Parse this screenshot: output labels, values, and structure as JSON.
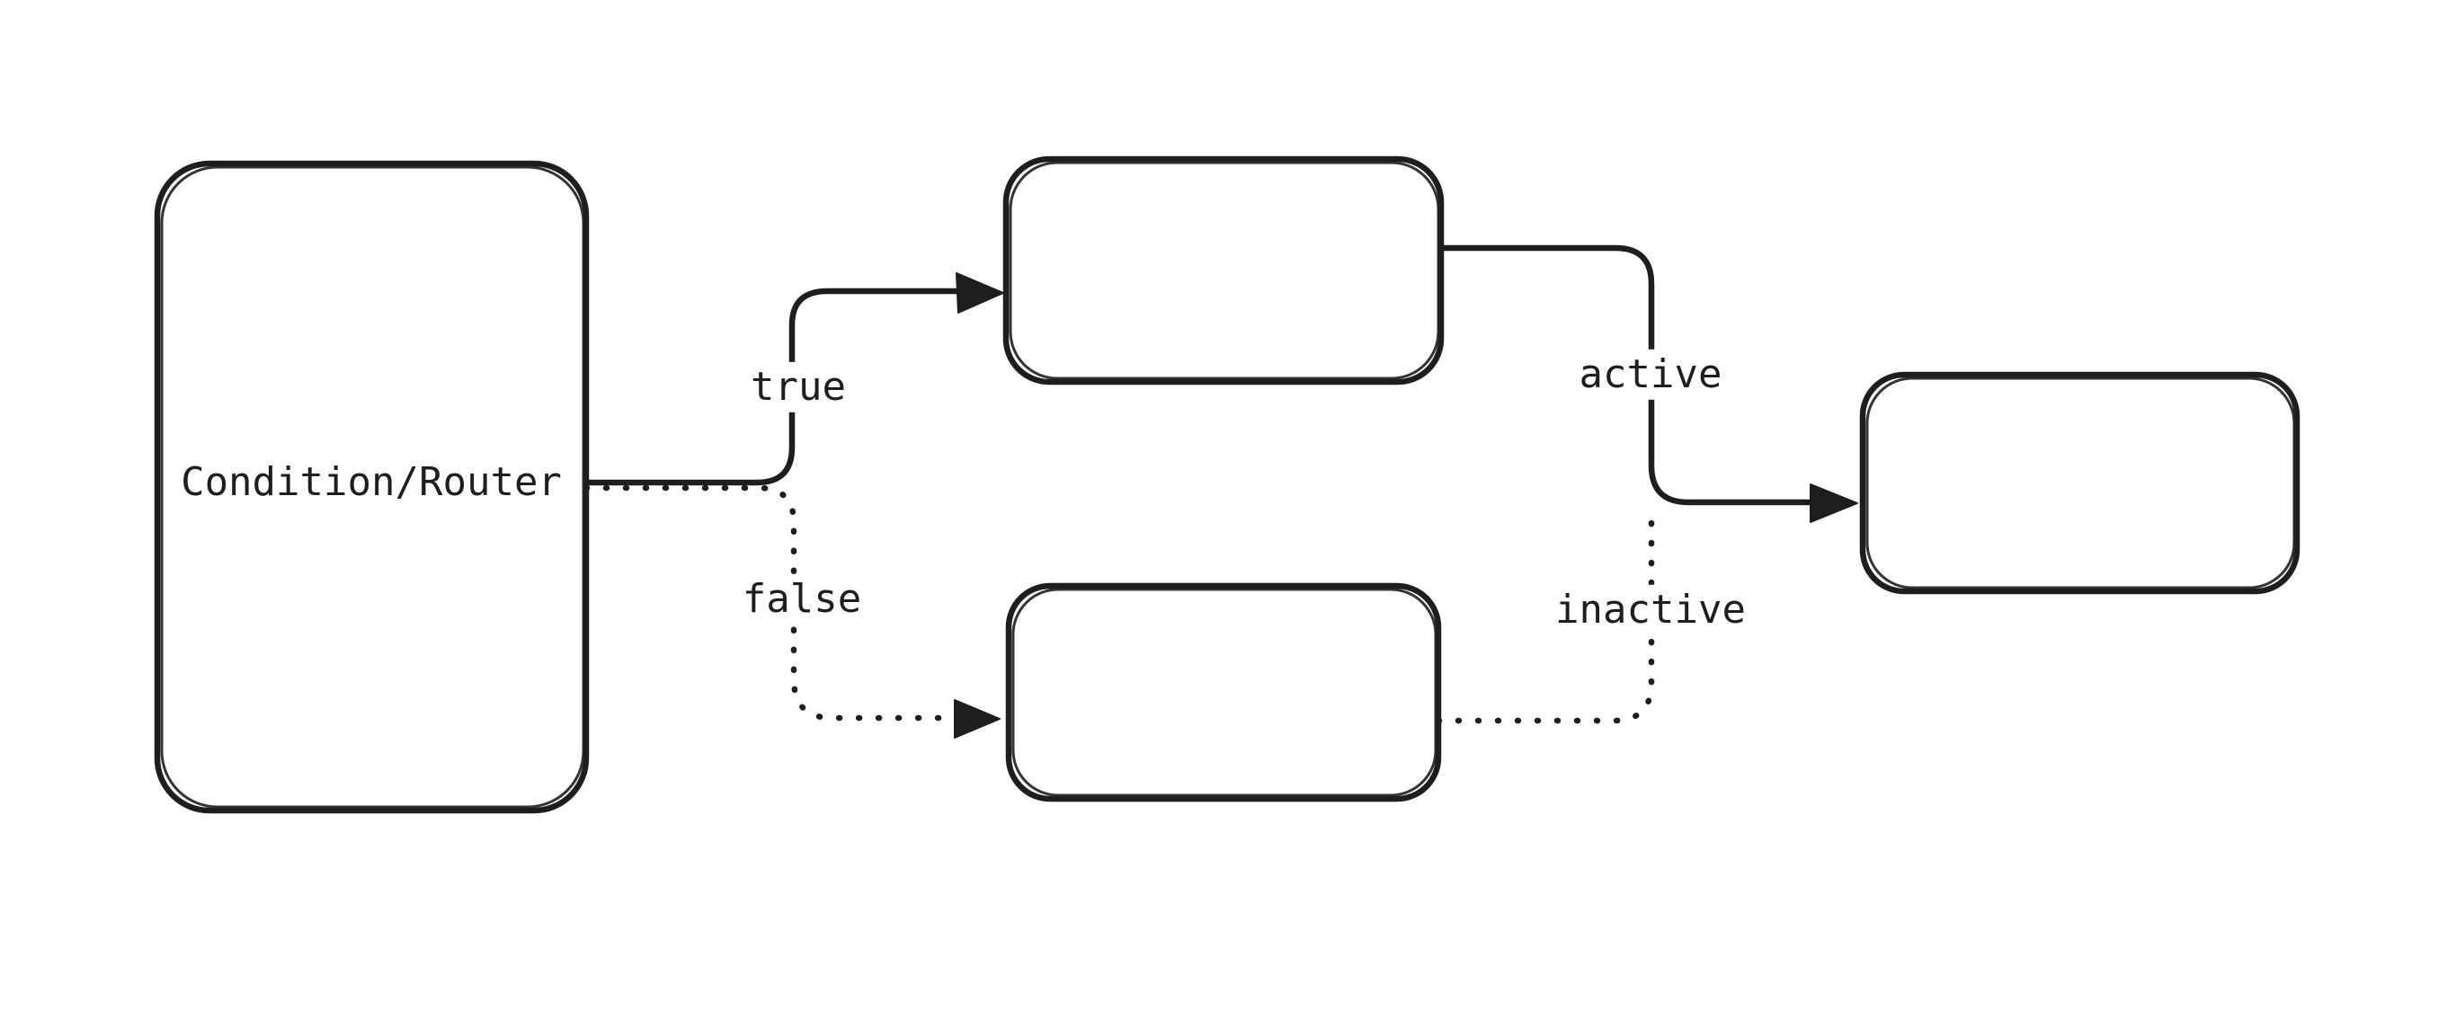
{
  "diagram": {
    "background": "#ffffff",
    "stroke_color": "#1e1e1e",
    "nodes": {
      "condition": {
        "label": "Condition/Router"
      },
      "true_target": {
        "label": ""
      },
      "false_target": {
        "label": ""
      },
      "output": {
        "label": ""
      }
    },
    "edges": {
      "true_branch": {
        "label": "true",
        "style": "solid",
        "arrowhead": "filled-triangle"
      },
      "false_branch": {
        "label": "false",
        "style": "dotted",
        "arrowhead": "filled-triangle"
      },
      "active": {
        "label": "active",
        "style": "solid",
        "arrowhead": "filled-triangle"
      },
      "inactive": {
        "label": "inactive",
        "style": "dotted",
        "arrowhead": "none"
      }
    }
  }
}
